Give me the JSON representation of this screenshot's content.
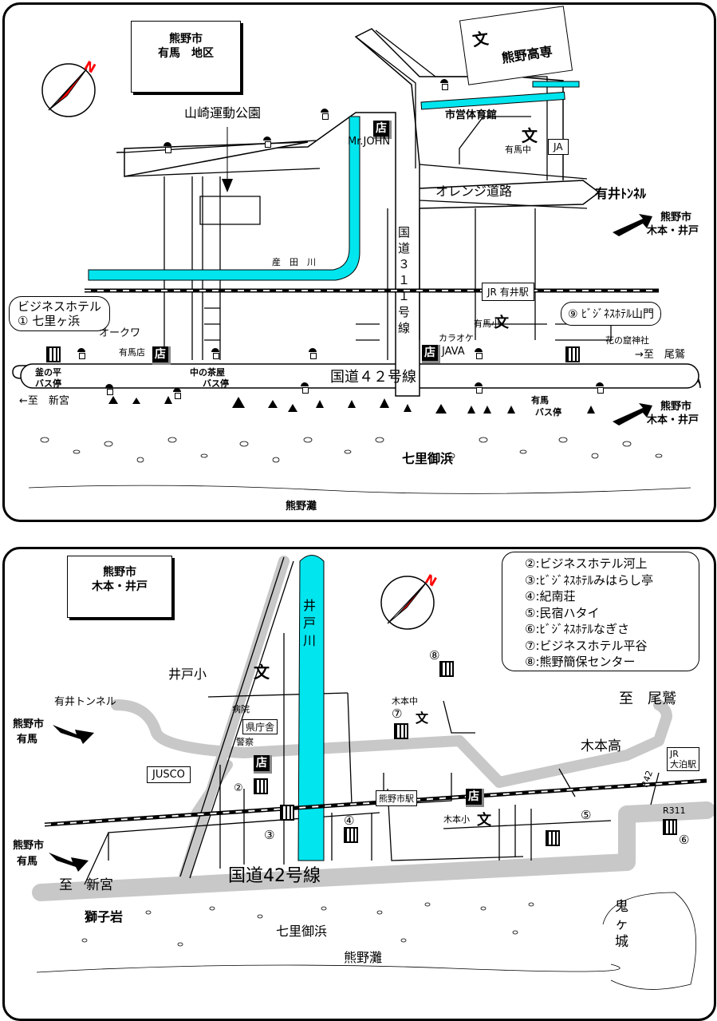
{
  "top_map": {
    "area_title_city": "熊野市",
    "area_title_district": "有馬　地区",
    "places": {
      "park": "山崎運動公園",
      "school_high": "熊野高専",
      "gym": "市営体育館",
      "mid_school": "有馬中",
      "ja": "JA",
      "shop_mrjohn": "Mr.JOHN",
      "orange_road": "オレンジ道路",
      "tunnel": "有井ﾄﾝﾈﾙ",
      "direction_kumano": "熊野市",
      "direction_kimoto": "木本・井戸",
      "river": "産　田　川",
      "route311": "国道３１１号線",
      "station": "有井駅",
      "station_jr": "JR",
      "elem_school": "有馬小",
      "karaoke": "カラオケ",
      "java": "JAVA",
      "hotel9": "⑨ ﾋﾞｼﾞﾈｽﾎﾃﾙ山門",
      "shrine": "花の窟神社",
      "to_owase": "→至　尾鷲",
      "hotel1_line1": "ビジネスホテル",
      "hotel1_line2": "① 七里ヶ浜",
      "okuwa": "オークワ",
      "arima_shop": "有馬店",
      "bus_kamanohira_1": "釜の平",
      "bus_kamanohira_2": "バス停",
      "bus_nakanochaya_1": "中の茶屋",
      "bus_nakanochaya_2": "バス停",
      "to_shingu": "←至　新宮",
      "route42": "国道４２号線",
      "bus_arima_1": "有馬",
      "bus_arima_2": "バス停",
      "direction2_kumano": "熊野市",
      "direction2_kimoto": "木本・井戸",
      "beach": "七里御浜",
      "sea": "熊野灘"
    }
  },
  "bottom_map": {
    "area_title_city": "熊野市",
    "area_title_district": "木本・井戸",
    "legend": [
      "②:ビジネスホテル河上",
      "③:ﾋﾞｼﾞﾈｽﾎﾃﾙみはらし亭",
      "④:紀南荘",
      "⑤:民宿ハタイ",
      "⑥:ﾋﾞｼﾞﾈｽﾎﾃﾙなぎさ",
      "⑦:ビジネスホテル平谷",
      "⑧:熊野簡保センター"
    ],
    "places": {
      "river": "井戸川",
      "ido_school": "井戸小",
      "tunnel": "有井トンネル",
      "direction_kumano": "熊野市",
      "direction_arima": "有馬",
      "hospital": "病院",
      "prefecture": "県庁舎",
      "police": "警察",
      "jusco": "JUSCO",
      "kimoto_mid": "木本中",
      "to_owase": "至　尾鷲",
      "kimoto_high": "木本高",
      "jr": "JR",
      "station_odomari": "大泊駅",
      "r42": "R42",
      "r311": "R311",
      "station_kumanoshi": "熊野市駅",
      "kimoto_elem": "木本小",
      "direction2_kumano": "熊野市",
      "direction2_arima": "有馬",
      "to_shingu": "至　新宮",
      "route42": "国道42号線",
      "shishiiwa": "獅子岩",
      "beach": "七里御浜",
      "sea": "熊野灘",
      "onigajo": "鬼ヶ城",
      "n2": "②",
      "n3": "③",
      "n4": "④",
      "n5": "⑤",
      "n6": "⑥",
      "n7": "⑦",
      "n8": "⑧"
    }
  },
  "icons": {
    "shop": "店",
    "school": "文",
    "compass": "N"
  },
  "colors": {
    "river": "#00e5ee",
    "road": "#c8c8c8",
    "compass": "#ff0000"
  }
}
